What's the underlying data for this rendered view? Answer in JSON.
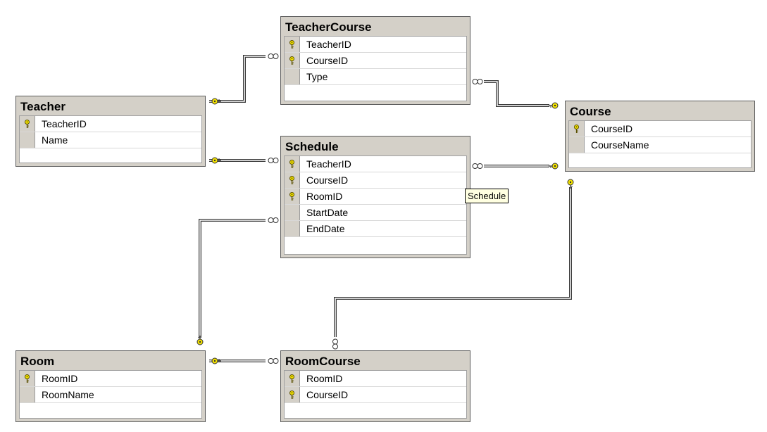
{
  "tables": {
    "teacher_course": {
      "title": "TeacherCourse",
      "columns": [
        {
          "name": "TeacherID",
          "key": true
        },
        {
          "name": "CourseID",
          "key": true
        },
        {
          "name": "Type",
          "key": false
        }
      ]
    },
    "teacher": {
      "title": "Teacher",
      "columns": [
        {
          "name": "TeacherID",
          "key": true
        },
        {
          "name": "Name",
          "key": false
        }
      ]
    },
    "schedule": {
      "title": "Schedule",
      "columns": [
        {
          "name": "TeacherID",
          "key": true
        },
        {
          "name": "CourseID",
          "key": true
        },
        {
          "name": "RoomID",
          "key": true
        },
        {
          "name": "StartDate",
          "key": false
        },
        {
          "name": "EndDate",
          "key": false
        }
      ]
    },
    "course": {
      "title": "Course",
      "columns": [
        {
          "name": "CourseID",
          "key": true
        },
        {
          "name": "CourseName",
          "key": false
        }
      ]
    },
    "room": {
      "title": "Room",
      "columns": [
        {
          "name": "RoomID",
          "key": true
        },
        {
          "name": "RoomName",
          "key": false
        }
      ]
    },
    "room_course": {
      "title": "RoomCourse",
      "columns": [
        {
          "name": "RoomID",
          "key": true
        },
        {
          "name": "CourseID",
          "key": true
        }
      ]
    }
  },
  "tooltip": "Schedule",
  "colors": {
    "table_header": "#d4d0c8",
    "key_icon": "#f5e400",
    "line": "#3a3a3a"
  },
  "relationships": [
    {
      "from": "teacher",
      "to": "teacher_course",
      "one_end": "teacher",
      "many_end": "teacher_course"
    },
    {
      "from": "teacher",
      "to": "schedule",
      "one_end": "teacher",
      "many_end": "schedule"
    },
    {
      "from": "course",
      "to": "teacher_course",
      "one_end": "course",
      "many_end": "teacher_course"
    },
    {
      "from": "course",
      "to": "schedule",
      "one_end": "course",
      "many_end": "schedule"
    },
    {
      "from": "room",
      "to": "schedule",
      "one_end": "room",
      "many_end": "schedule"
    },
    {
      "from": "room",
      "to": "room_course",
      "one_end": "room",
      "many_end": "room_course"
    },
    {
      "from": "course",
      "to": "room_course",
      "one_end": "course",
      "many_end": "room_course"
    }
  ]
}
